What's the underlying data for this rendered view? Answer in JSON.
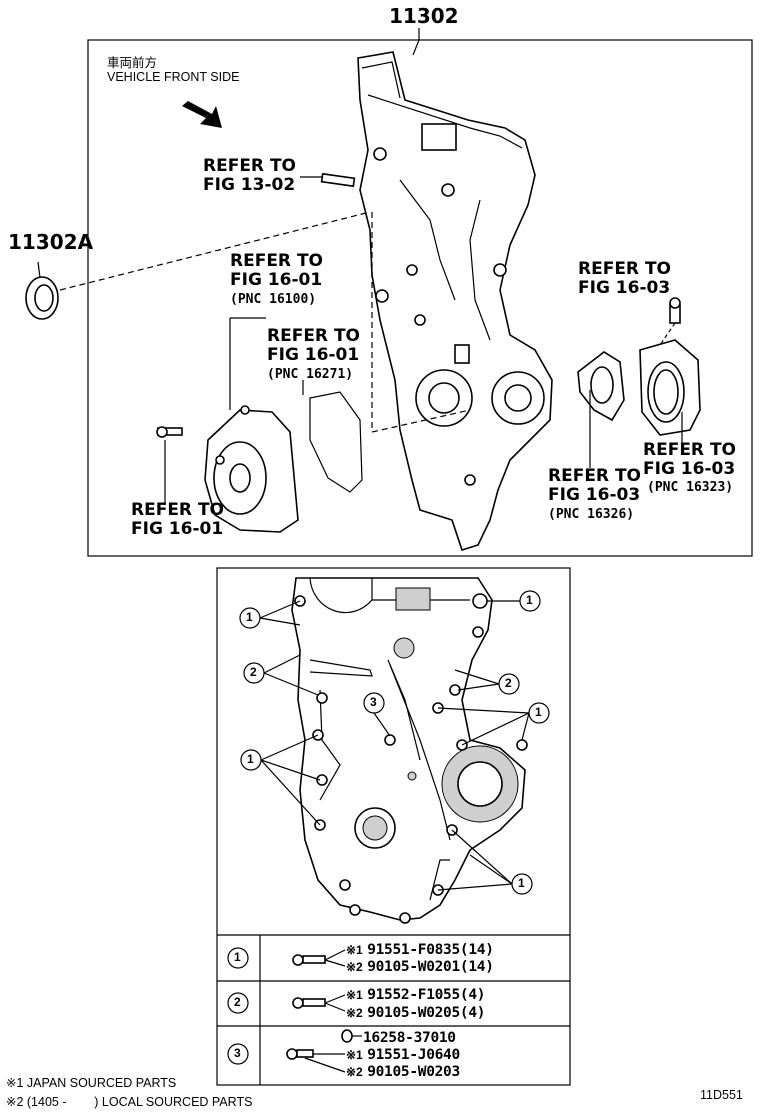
{
  "top": {
    "part_number": "11302",
    "side_part_number": "11302A",
    "direction_jp": "車両前方",
    "direction_en": "VEHICLE FRONT SIDE",
    "refs": [
      {
        "line1": "REFER TO",
        "line2": "FIG 13-02",
        "pnc": ""
      },
      {
        "line1": "REFER TO",
        "line2": "FIG 16-01",
        "pnc": "(PNC 16100)"
      },
      {
        "line1": "REFER TO",
        "line2": "FIG 16-01",
        "pnc": "(PNC 16271)"
      },
      {
        "line1": "REFER TO",
        "line2": "FIG 16-01",
        "pnc": ""
      },
      {
        "line1": "REFER TO",
        "line2": "FIG 16-03",
        "pnc": ""
      },
      {
        "line1": "REFER TO",
        "line2": "FIG 16-03",
        "pnc": "(PNC 16326)"
      },
      {
        "line1": "REFER TO",
        "line2": "FIG 16-03",
        "pnc": "(PNC 16323)"
      }
    ]
  },
  "bottom": {
    "callouts": [
      "1",
      "2",
      "3"
    ],
    "rows": [
      {
        "key": "1",
        "lines": [
          {
            "mark": "※1",
            "pn": "91551-F0835(14)"
          },
          {
            "mark": "※2",
            "pn": "90105-W0201(14)"
          }
        ]
      },
      {
        "key": "2",
        "lines": [
          {
            "mark": "※1",
            "pn": "91552-F1055(4)"
          },
          {
            "mark": "※2",
            "pn": "90105-W0205(4)"
          }
        ]
      },
      {
        "key": "3",
        "lines": [
          {
            "mark": "",
            "pn": "16258-37010"
          },
          {
            "mark": "※1",
            "pn": "91551-J0640"
          },
          {
            "mark": "※2",
            "pn": "90105-W0203"
          }
        ]
      }
    ]
  },
  "footnotes": {
    "note1": "※1 JAPAN SOURCED PARTS",
    "note2": "※2 (1405 -        ) LOCAL SOURCED PARTS",
    "figure_code": "11D551"
  }
}
